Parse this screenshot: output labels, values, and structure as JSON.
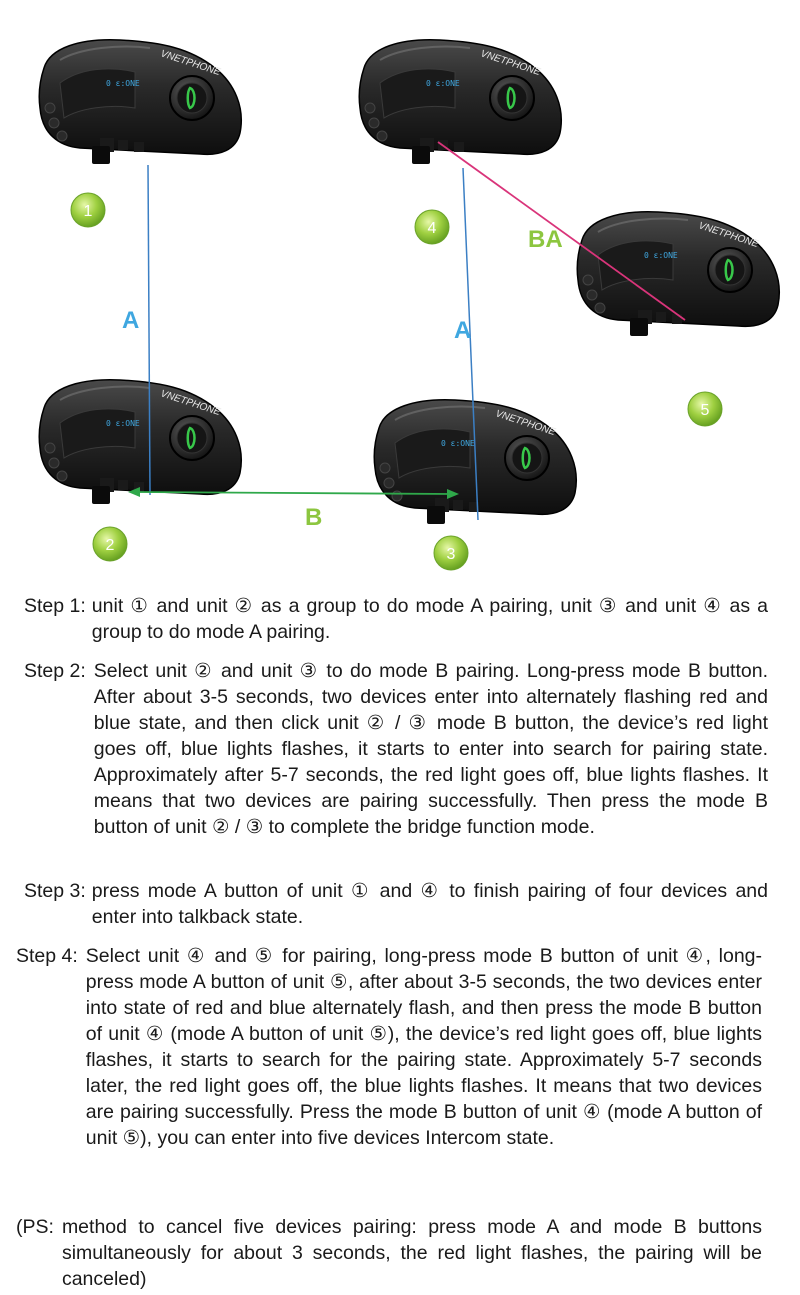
{
  "diagram": {
    "brand": "VNETPHONE",
    "unit_numbers": [
      "1",
      "2",
      "3",
      "4",
      "5"
    ],
    "link_labels": {
      "a_left": "A",
      "a_right": "A",
      "b": "B",
      "ba": "BA"
    },
    "colors": {
      "link_a": "#3b7fc4",
      "link_b": "#2fa84a",
      "link_ba": "#d9347a",
      "badge": "#8cc63f",
      "label_a": "#3fa7e0",
      "label_b": "#8cc63f"
    }
  },
  "steps": [
    {
      "label": "Step 1:",
      "text": "unit ① and unit ② as a group to do mode A pairing, unit ③ and unit ④ as a group to do mode A pairing."
    },
    {
      "label": "Step 2:",
      "text": "Select unit ② and unit ③ to do mode B pairing. Long-press mode B button. After about 3-5 seconds, two devices enter into alternately flashing red and blue state, and then click unit ② / ③ mode B button, the device’s red light goes off, blue lights flashes, it starts to enter into search for pairing state. Approximately after 5-7 seconds, the red light goes off, blue lights flashes. It means that two devices are pairing successfully. Then press the mode B button of unit ② / ③ to complete the bridge function mode."
    },
    {
      "label": "Step 3:",
      "text": "press mode A button of unit ① and ④ to finish pairing of four devices and enter into talkback state."
    },
    {
      "label": "Step 4:",
      "text": "Select unit ④ and ⑤ for pairing, long-press mode B button of unit ④, long-press mode A button of unit ⑤, after about 3-5 seconds, the two devices enter into state of red and blue alternately flash, and then press the mode B button of unit ④ (mode A button of unit ⑤), the device’s red light goes off, blue lights flashes, it starts to search for the pairing state. Approximately 5-7 seconds later, the red light goes off, the blue lights flashes. It means that two devices are pairing successfully. Press the mode B button of unit ④ (mode A button of unit ⑤), you can enter into five devices Intercom state."
    }
  ],
  "ps": {
    "label": "(PS:",
    "text": "method to cancel five devices pairing: press mode A and mode B buttons simultaneously for about 3 seconds, the red light flashes, the pairing will be canceled)"
  }
}
